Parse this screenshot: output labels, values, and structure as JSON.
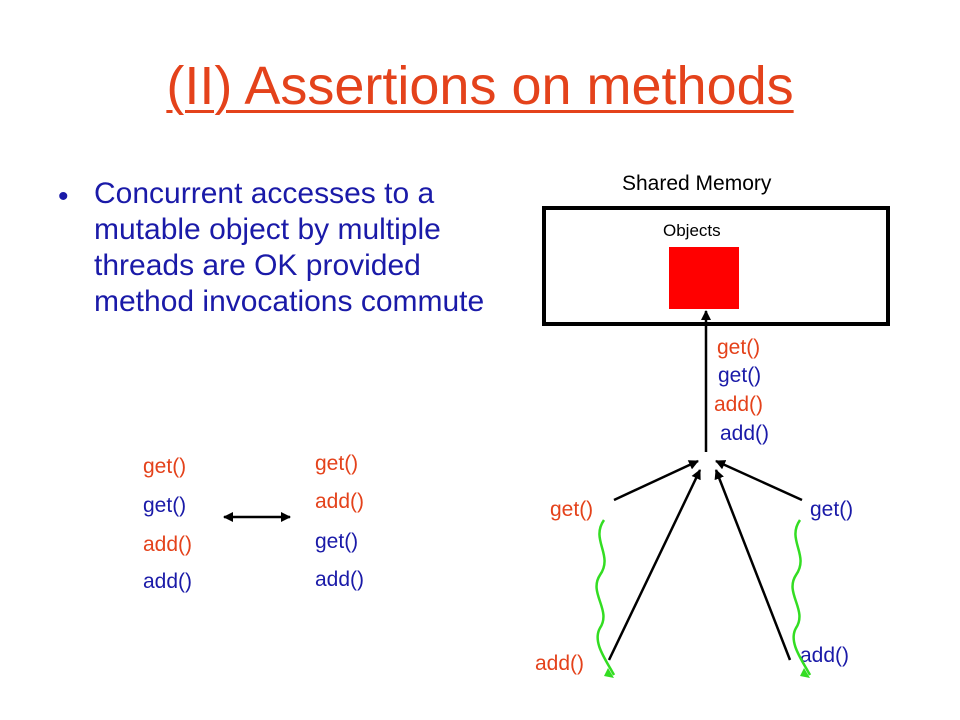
{
  "title": "(II) Assertions on methods",
  "bullet": "Concurrent accesses to a mutable object by multiple threads are OK provided method invocations commute",
  "colors": {
    "title": "#e4421b",
    "blue": "#1a1aa8",
    "orange": "#e4421b",
    "object_fill": "#ff0000",
    "thread_wave": "#33dd22"
  },
  "left_sequence": [
    "get()",
    "get()",
    "add()",
    "add()"
  ],
  "right_sequence": [
    "get()",
    "add()",
    "get()",
    "add()"
  ],
  "shared_memory": {
    "label": "Shared Memory",
    "objects_label": "Objects"
  },
  "merged_sequence": [
    "get()",
    "get()",
    "add()",
    "add()"
  ],
  "thread_left": {
    "top_call": "get()",
    "bottom_call": "add()"
  },
  "thread_right": {
    "top_call": "get()",
    "bottom_call": "add()"
  }
}
